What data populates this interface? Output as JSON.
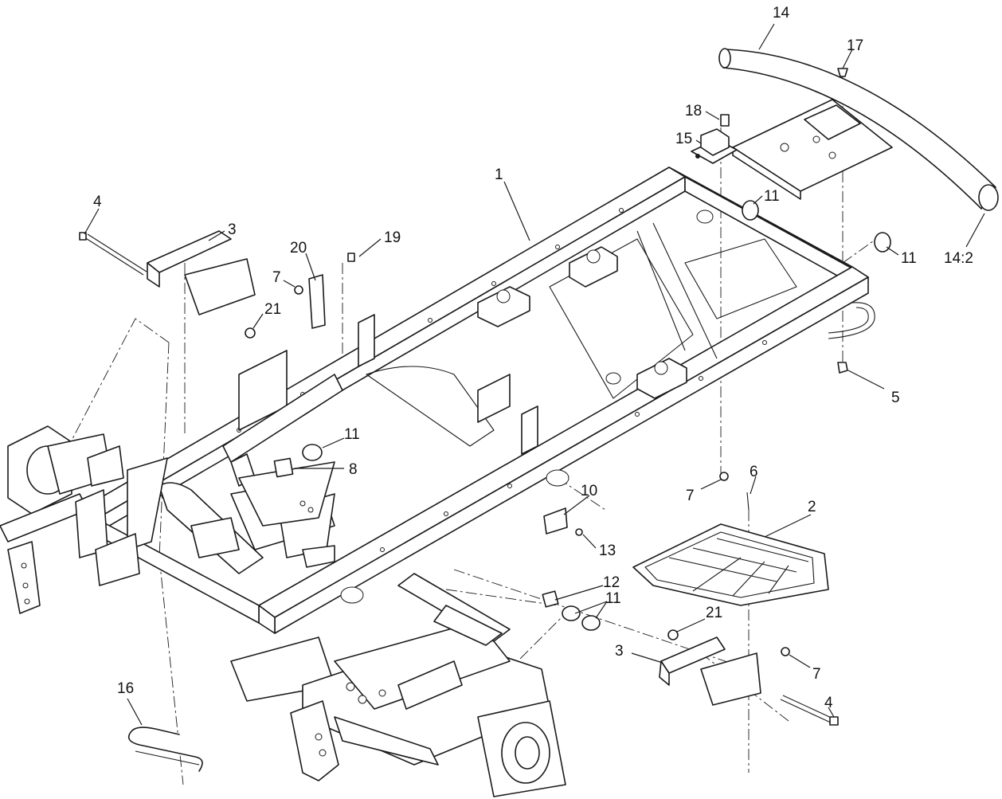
{
  "callouts": [
    {
      "id": "c-14-top",
      "label": "14"
    },
    {
      "id": "c-17",
      "label": "17"
    },
    {
      "id": "c-18",
      "label": "18"
    },
    {
      "id": "c-15",
      "label": "15"
    },
    {
      "id": "c-1",
      "label": "1"
    },
    {
      "id": "c-11-a",
      "label": "11"
    },
    {
      "id": "c-11-b",
      "label": "11"
    },
    {
      "id": "c-14-2",
      "label": "14:2"
    },
    {
      "id": "c-4-top",
      "label": "4"
    },
    {
      "id": "c-3-top",
      "label": "3"
    },
    {
      "id": "c-20",
      "label": "20"
    },
    {
      "id": "c-19",
      "label": "19"
    },
    {
      "id": "c-7-top",
      "label": "7"
    },
    {
      "id": "c-21-top",
      "label": "21"
    },
    {
      "id": "c-5",
      "label": "5"
    },
    {
      "id": "c-11-c",
      "label": "11"
    },
    {
      "id": "c-8",
      "label": "8"
    },
    {
      "id": "c-7-mid",
      "label": "7"
    },
    {
      "id": "c-6",
      "label": "6"
    },
    {
      "id": "c-2",
      "label": "2"
    },
    {
      "id": "c-10",
      "label": "10"
    },
    {
      "id": "c-13",
      "label": "13"
    },
    {
      "id": "c-12",
      "label": "12"
    },
    {
      "id": "c-11-d",
      "label": "11"
    },
    {
      "id": "c-21-bot",
      "label": "21"
    },
    {
      "id": "c-3-bot",
      "label": "3"
    },
    {
      "id": "c-7-bot",
      "label": "7"
    },
    {
      "id": "c-4-bot",
      "label": "4"
    },
    {
      "id": "c-16",
      "label": "16"
    }
  ]
}
